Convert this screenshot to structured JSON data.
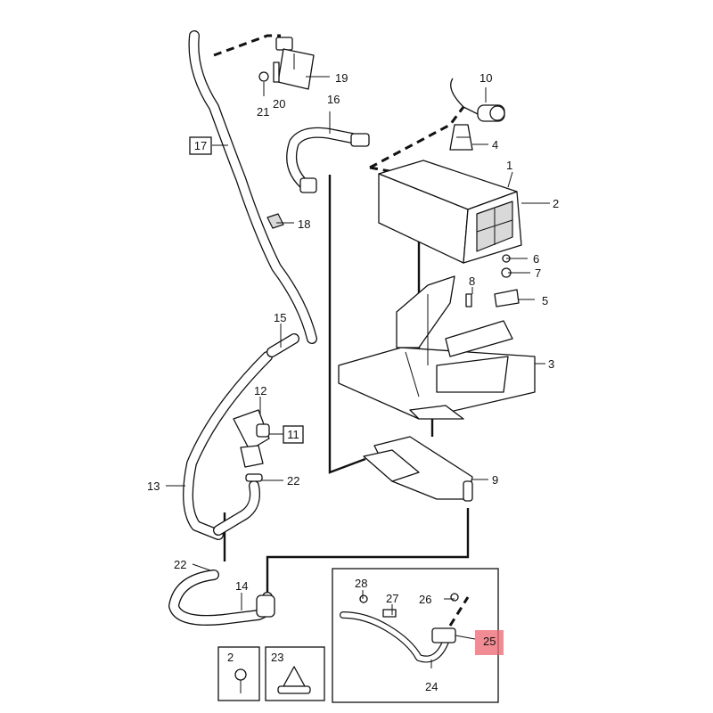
{
  "diagram": {
    "callouts": {
      "c1": "1",
      "c2": "2",
      "c3": "3",
      "c4": "4",
      "c5": "5",
      "c6": "6",
      "c7": "7",
      "c8": "8",
      "c9": "9",
      "c10": "10",
      "c11": "11",
      "c12": "12",
      "c13": "13",
      "c14": "14",
      "c15": "15",
      "c16": "16",
      "c17": "17",
      "c18": "18",
      "c19": "19",
      "c20": "20",
      "c21": "21",
      "c22a": "22",
      "c22b": "22",
      "c24": "24",
      "c25": "25",
      "c26": "26",
      "c27": "27",
      "c28": "28"
    },
    "legend": {
      "item2": "2",
      "item23": "23"
    },
    "highlight_color": "#ee6670"
  }
}
